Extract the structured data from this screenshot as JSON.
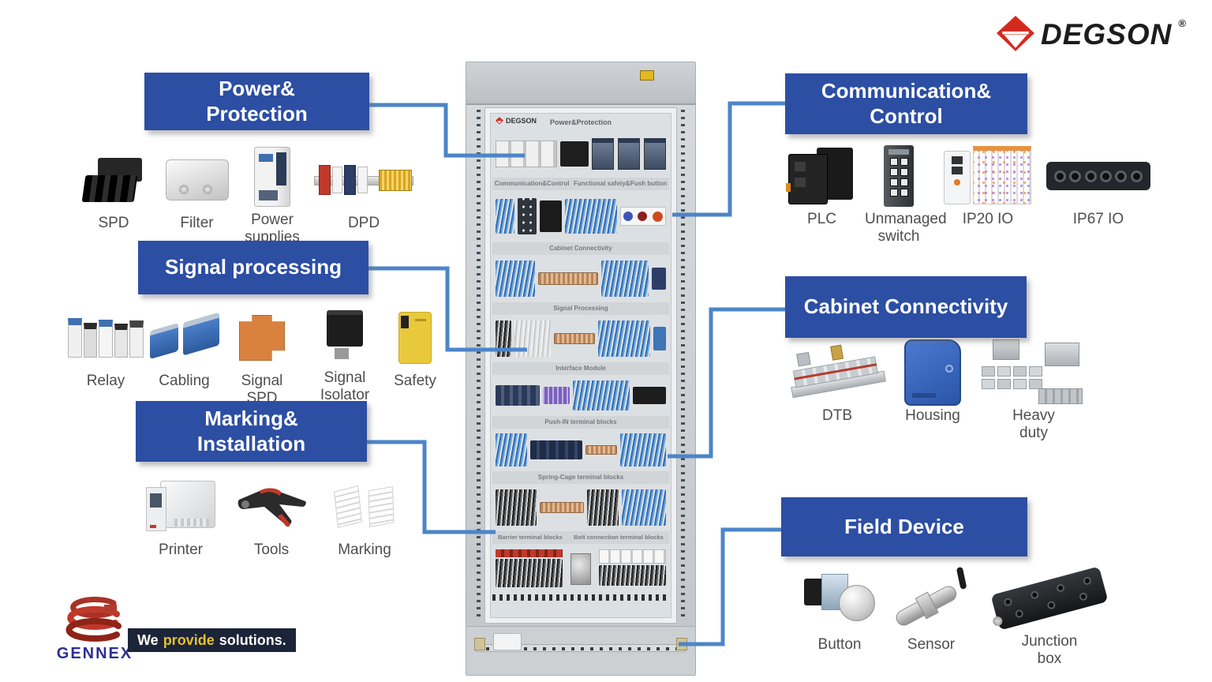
{
  "colors": {
    "accent": "#2c4ea3",
    "connector": "#4c85c8",
    "label": "#4e4e4e",
    "tagline-bg": "#1b2438",
    "tagline-yellow": "#e4c12f",
    "gennex-blue": "#2d2f92",
    "degson-red": "#d6291e"
  },
  "brand": {
    "name": "DEGSON",
    "registered": "®"
  },
  "footer": {
    "logo": "GENNEX",
    "tagline": [
      "We",
      "provide",
      "solutions."
    ]
  },
  "categories": {
    "power": {
      "lines": [
        "Power&",
        "Protection"
      ],
      "products": [
        {
          "label": "SPD"
        },
        {
          "label": "Filter"
        },
        {
          "label": "Power supplies"
        },
        {
          "label": "DPD"
        }
      ]
    },
    "signal": {
      "lines": [
        "Signal processing"
      ],
      "products": [
        {
          "label": "Relay"
        },
        {
          "label": "Cabling"
        },
        {
          "label": "Signal SPD"
        },
        {
          "label": "Signal Isolator"
        },
        {
          "label": "Safety"
        }
      ]
    },
    "marking": {
      "lines": [
        "Marking&",
        "Installation"
      ],
      "products": [
        {
          "label": "Printer"
        },
        {
          "label": "Tools"
        },
        {
          "label": "Marking"
        }
      ]
    },
    "communication": {
      "lines": [
        "Communication&",
        "Control"
      ],
      "products": [
        {
          "label": "PLC"
        },
        {
          "label": "Unmanaged switch"
        },
        {
          "label": "IP20 IO"
        },
        {
          "label": "IP67 IO"
        }
      ]
    },
    "connectivity": {
      "lines": [
        "Cabinet Connectivity"
      ],
      "products": [
        {
          "label": "DTB"
        },
        {
          "label": "Housing"
        },
        {
          "label": "Heavy duty"
        }
      ]
    },
    "field": {
      "lines": [
        "Field Device"
      ],
      "products": [
        {
          "label": "Button"
        },
        {
          "label": "Sensor"
        },
        {
          "label": "Junction box"
        }
      ]
    }
  },
  "cabinet": {
    "brand": "DEGSON",
    "sections": {
      "top": "Power&Protection",
      "row2_left": "Communication&Control",
      "row2_right": "Functional safety&Push button",
      "connectivity": "Cabinet Connectivity",
      "signal": "Signal Processing",
      "interface": "Interface Module",
      "push_in": "Push-IN terminal blocks",
      "spring_cage": "Spring-Cage terminal blocks",
      "barrier": "Barrier terminal blocks",
      "bolt": "Bolt connection terminal blocks"
    }
  }
}
